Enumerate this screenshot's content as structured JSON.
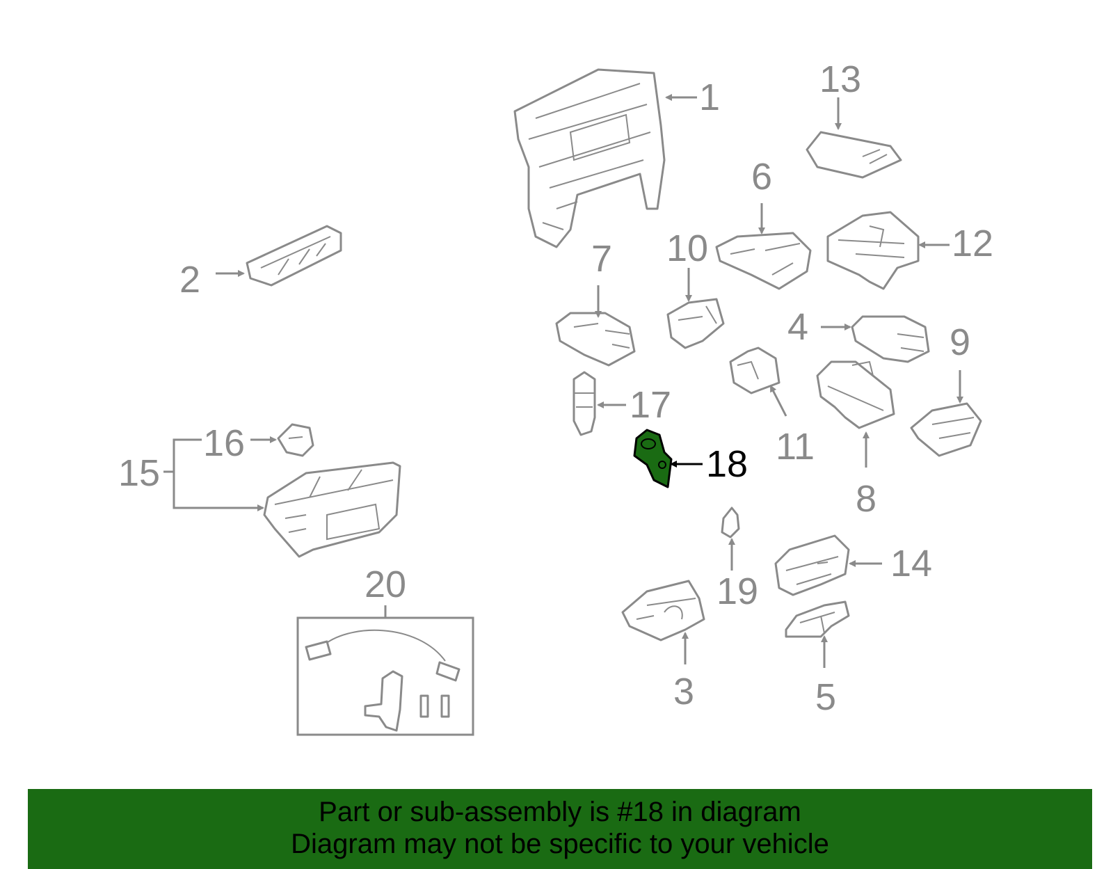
{
  "diagram": {
    "highlight_color": "#1a6b13",
    "line_color": "#8a8a8a",
    "labels": [
      "1",
      "2",
      "3",
      "4",
      "5",
      "6",
      "7",
      "8",
      "9",
      "10",
      "11",
      "12",
      "13",
      "14",
      "15",
      "16",
      "17",
      "18",
      "19",
      "20"
    ],
    "highlighted_label": "18"
  },
  "banner": {
    "line1": "Part or sub-assembly is #18 in diagram",
    "line2": "Diagram may not be specific to your vehicle"
  }
}
